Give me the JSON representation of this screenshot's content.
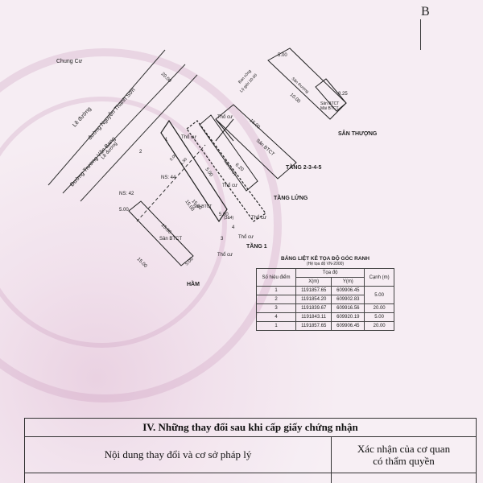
{
  "corner_letter": "B",
  "plan": {
    "road_labels": [
      "Chung Cư",
      "Lề đường",
      "đường Nguyễn Thanh Sơn",
      "Lề đường",
      "Đường Trương Văn Bang"
    ],
    "setback_label": "Lộ giới 20.00",
    "roof_label": "SÂN THƯỢNG",
    "roof_texts": [
      "Sân thượng",
      "Sân BTCT",
      "Mái BTCT"
    ],
    "upper_floor_label": "TẦNG 2-3-4-5",
    "upper_floor_texts": [
      "Sân BTCT",
      "Ban công"
    ],
    "mezzanine_label": "TẦNG LỬNG",
    "mezzanine_texts": [
      "Sân BTCT"
    ],
    "ground_floor_label": "TẦNG 1",
    "ground_floor_texts": [
      "Sân BTCT"
    ],
    "basement_label": "HẦM",
    "basement_texts": [
      "Sân BTCT"
    ],
    "neighbor_texts": [
      "Thổ cư",
      "Thổ cư",
      "Thổ cư",
      "Thổ cư",
      "Thổ cư",
      "Thổ cư"
    ],
    "plot_numbers": [
      "NS: 44",
      "NS: 42"
    ],
    "plot_id": "(3&4)",
    "corner_points": [
      "1",
      "2",
      "3",
      "4"
    ],
    "dimensions": [
      "20.00",
      "5.00",
      "10.00",
      "15.00",
      "8.25",
      "5.00",
      "15.00",
      "6.20",
      "5.00",
      "15.00",
      "5.00",
      "15.00",
      "5.00",
      "15.00",
      "5.00",
      "1.50"
    ]
  },
  "coord_table": {
    "title": "BẢNG LIỆT KÊ TỌA ĐỘ GÓC RANH",
    "subtitle": "(Hệ tọa độ VN-2000)",
    "headers": {
      "point": "Số hiệu điểm",
      "coords": "Tọa độ",
      "x": "X(m)",
      "y": "Y(m)",
      "edge": "Cạnh (m)"
    },
    "rows": [
      {
        "point": "1",
        "x": "1191857.65",
        "y": "609906.45"
      },
      {
        "point": "2",
        "x": "1191854.20",
        "y": "609902.83"
      },
      {
        "point": "3",
        "x": "1191839.67",
        "y": "609916.56"
      },
      {
        "point": "4",
        "x": "1191843.11",
        "y": "609920.19"
      },
      {
        "point": "1",
        "x": "1191857.65",
        "y": "609906.45"
      }
    ],
    "edges": [
      "5.00",
      "20.00",
      "5.00",
      "20.00"
    ]
  },
  "changes_section": {
    "title": "IV. Những thay đổi sau khi cấp giấy chứng nhận",
    "col1": "Nội dung thay đổi và cơ sở pháp lý",
    "col2_line1": "Xác nhận của cơ quan",
    "col2_line2": "có thẩm quyền"
  }
}
